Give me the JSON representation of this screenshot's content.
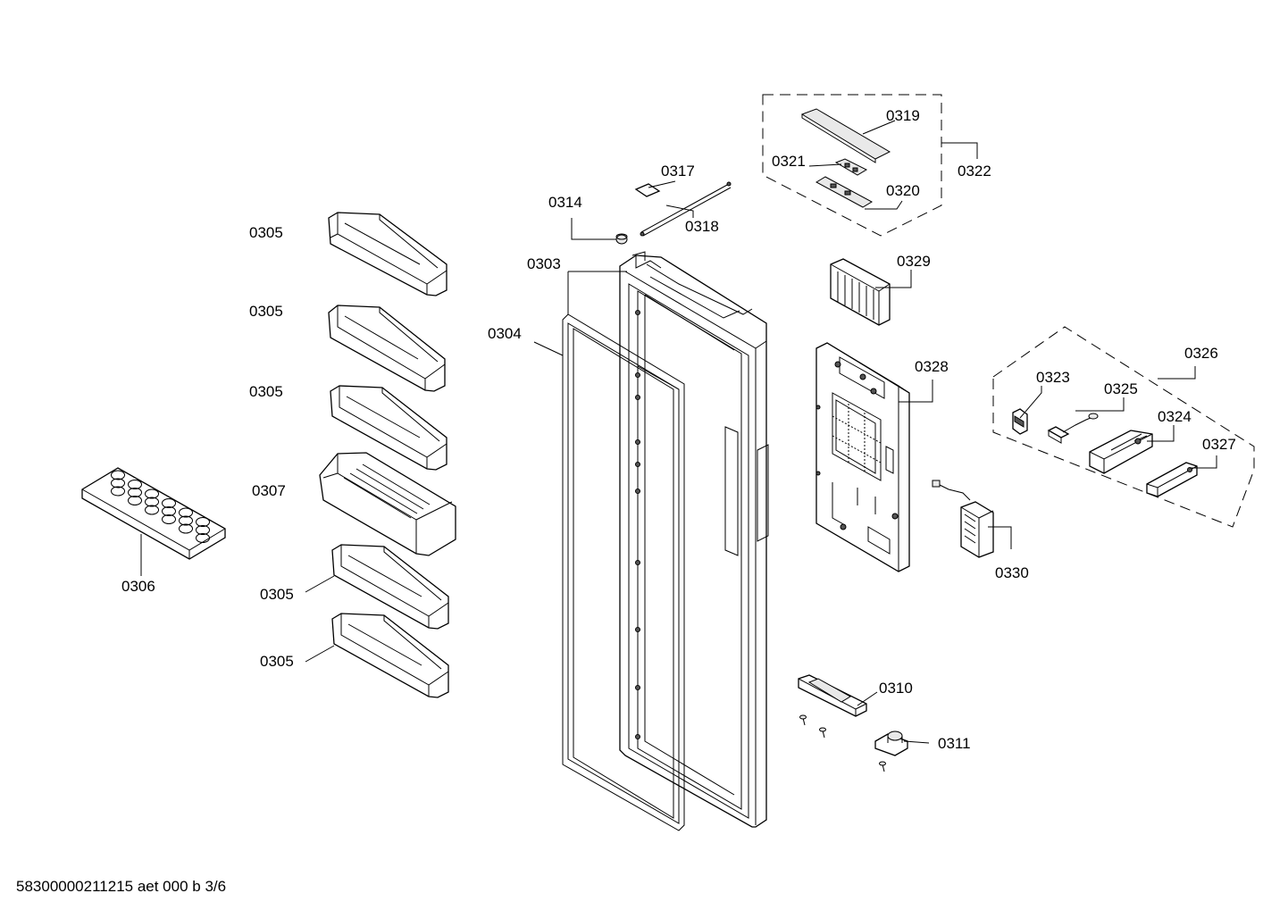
{
  "diagram": {
    "labels": {
      "p0303": "0303",
      "p0304": "0304",
      "p0305a": "0305",
      "p0305b": "0305",
      "p0305c": "0305",
      "p0305d": "0305",
      "p0305e": "0305",
      "p0306": "0306",
      "p0307": "0307",
      "p0310": "0310",
      "p0311": "0311",
      "p0314": "0314",
      "p0317": "0317",
      "p0318": "0318",
      "p0319": "0319",
      "p0320": "0320",
      "p0321": "0321",
      "p0322": "0322",
      "p0323": "0323",
      "p0324": "0324",
      "p0325": "0325",
      "p0326": "0326",
      "p0327": "0327",
      "p0328": "0328",
      "p0329": "0329",
      "p0330": "0330"
    },
    "footer": "58300000211215 aet 000 b 3/6"
  }
}
